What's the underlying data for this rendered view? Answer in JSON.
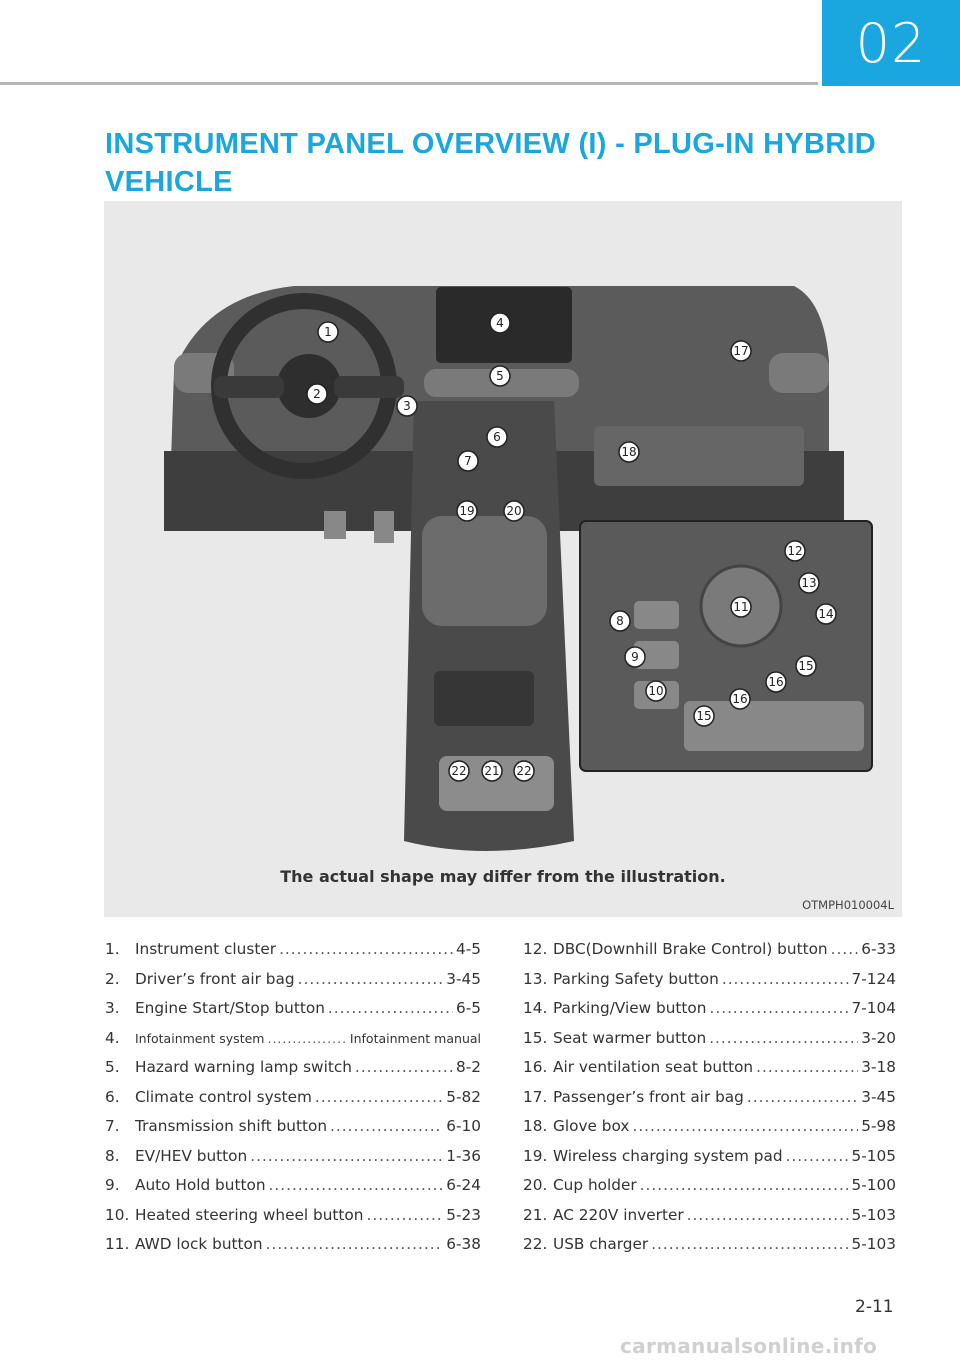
{
  "chapter_number": "02",
  "title": "INSTRUMENT PANEL OVERVIEW (I) - PLUG-IN HYBRID VEHICLE",
  "figure": {
    "caption": "The actual shape may differ from the illustration.",
    "code": "OTMPH010004L",
    "callouts_main": [
      "1",
      "2",
      "3",
      "4",
      "5",
      "6",
      "7",
      "17",
      "18",
      "19",
      "20",
      "22",
      "21",
      "22"
    ],
    "callouts_inset": [
      "8",
      "9",
      "10",
      "11",
      "12",
      "13",
      "14",
      "15",
      "16",
      "16",
      "15"
    ]
  },
  "items_left": [
    {
      "num": "1.",
      "label": "Instrument cluster",
      "page": "4-5"
    },
    {
      "num": "2.",
      "label": "Driver’s front air bag",
      "page": "3-45"
    },
    {
      "num": "3.",
      "label": "Engine Start/Stop button",
      "page": "6-5"
    },
    {
      "num": "4.",
      "label": "Infotainment system",
      "page": "Infotainment manual"
    },
    {
      "num": "5.",
      "label": "Hazard warning lamp switch",
      "page": "8-2"
    },
    {
      "num": "6.",
      "label": "Climate control system",
      "page": "5-82"
    },
    {
      "num": "7.",
      "label": "Transmission shift button",
      "page": "6-10"
    },
    {
      "num": "8.",
      "label": "EV/HEV button",
      "page": "1-36"
    },
    {
      "num": "9.",
      "label": "Auto Hold button",
      "page": "6-24"
    },
    {
      "num": "10.",
      "label": "Heated steering wheel button",
      "page": "5-23"
    },
    {
      "num": "11.",
      "label": "AWD lock button",
      "page": "6-38"
    }
  ],
  "items_right": [
    {
      "num": "12.",
      "label": "DBC(Downhill Brake Control) button",
      "page": "6-33"
    },
    {
      "num": "13.",
      "label": "Parking Safety button",
      "page": "7-124"
    },
    {
      "num": "14.",
      "label": "Parking/View button",
      "page": "7-104"
    },
    {
      "num": "15.",
      "label": "Seat warmer button",
      "page": "3-20"
    },
    {
      "num": "16.",
      "label": "Air ventilation seat button",
      "page": "3-18"
    },
    {
      "num": "17.",
      "label": "Passenger’s front air bag",
      "page": "3-45"
    },
    {
      "num": "18.",
      "label": "Glove box",
      "page": "5-98"
    },
    {
      "num": "19.",
      "label": "Wireless charging system pad",
      "page": "5-105"
    },
    {
      "num": "20.",
      "label": "Cup holder",
      "page": "5-100"
    },
    {
      "num": "21.",
      "label": "AC 220V inverter",
      "page": "5-103"
    },
    {
      "num": "22.",
      "label": "USB charger",
      "page": "5-103"
    }
  ],
  "page_number": "2-11",
  "watermark": "carmanualsonline.info"
}
